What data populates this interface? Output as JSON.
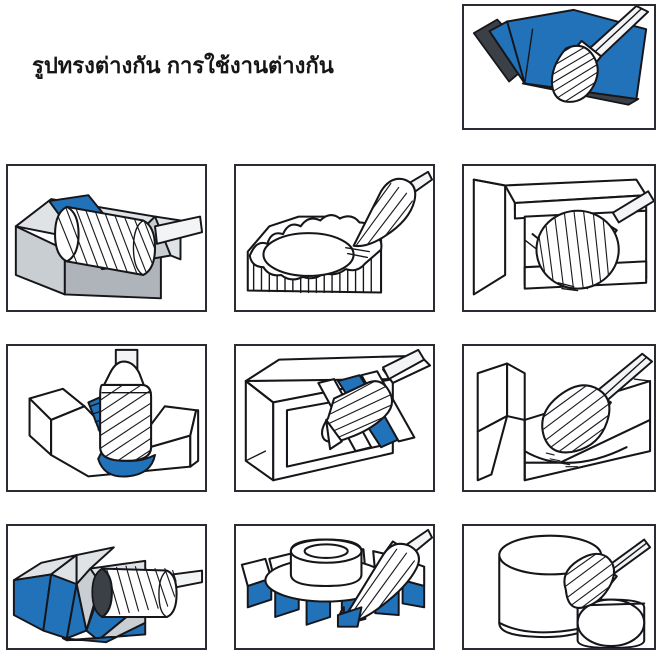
{
  "heading": {
    "text": "รูปทรงต่างกัน การใช้งานต่างกัน",
    "color": "#161616"
  },
  "colors": {
    "blue": "#2172b8",
    "blue_dark": "#14568f",
    "blue_light": "#3d8ed0",
    "gray": "#c9ced3",
    "gray_light": "#dfe3e6",
    "gray_dark": "#aeb4ba",
    "ink": "#16161a",
    "panel_border": "#2b2b33",
    "background": "#ffffff"
  },
  "layout": {
    "columns": 3,
    "rows": 4,
    "note": "top row has a single panel at right; rows 2-4 are full 3-panel rows"
  },
  "panels": [
    {
      "id": "panel-0",
      "row": 1,
      "column": 3,
      "burr_shape": "oval-egg",
      "workpiece": "angled-bent-plate",
      "caption": "",
      "has_blue": true
    },
    {
      "id": "panel-1",
      "row": 2,
      "column": 1,
      "burr_shape": "cylinder",
      "workpiece": "stepped-slot-block",
      "caption": "",
      "has_blue": true
    },
    {
      "id": "panel-2",
      "row": 2,
      "column": 2,
      "burr_shape": "tree-pointed",
      "workpiece": "gear-teeth",
      "caption": "",
      "has_blue": false
    },
    {
      "id": "panel-3",
      "row": 2,
      "column": 3,
      "burr_shape": "ball-sphere",
      "workpiece": "inner-corner-recess",
      "caption": "",
      "has_blue": false
    },
    {
      "id": "panel-4",
      "row": 3,
      "column": 1,
      "burr_shape": "cylinder-radius-end",
      "workpiece": "v-groove-channel",
      "caption": "",
      "has_blue": true
    },
    {
      "id": "panel-5",
      "row": 3,
      "column": 2,
      "burr_shape": "cone-taper",
      "workpiece": "rectangular-frame-corner",
      "caption": "",
      "has_blue": true
    },
    {
      "id": "panel-6",
      "row": 3,
      "column": 3,
      "burr_shape": "oval-egg",
      "workpiece": "internal-corner-fillet",
      "caption": "",
      "has_blue": false
    },
    {
      "id": "panel-7",
      "row": 4,
      "column": 1,
      "burr_shape": "cylinder",
      "workpiece": "stepped-rail-block",
      "caption": "",
      "has_blue": true
    },
    {
      "id": "panel-8",
      "row": 4,
      "column": 2,
      "burr_shape": "tree-pointed",
      "workpiece": "gear-hub-teeth",
      "caption": "",
      "has_blue": true
    },
    {
      "id": "panel-9",
      "row": 4,
      "column": 3,
      "burr_shape": "flame-oval",
      "workpiece": "cylinder-to-cylinder-fillet",
      "caption": "",
      "has_blue": false
    }
  ]
}
